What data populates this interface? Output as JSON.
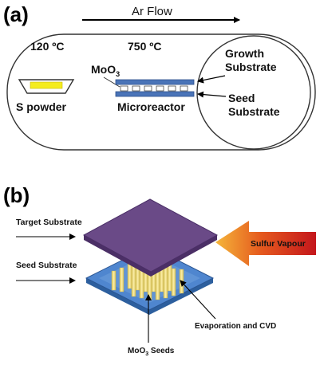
{
  "panel_a": {
    "label": "(a)",
    "flow_label": "Ar Flow",
    "temp_left": "120 ºC",
    "temp_right": "750 ºC",
    "s_powder": "S powder",
    "moo3_base": "MoO",
    "moo3_sub": "3",
    "microreactor": "Microreactor",
    "growth_line1": "Growth",
    "growth_line2": "Substrate",
    "seed_line1": "Seed",
    "seed_line2": "Substrate"
  },
  "panel_b": {
    "label": "(b)",
    "target_substrate": "Target Substrate",
    "seed_substrate": "Seed Substrate",
    "sulfur_vapour": "Sulfur Vapour",
    "evaporation": "Evaporation and CVD",
    "seeds_base": "MoO",
    "seeds_sub": "3",
    "seeds_suffix": " Seeds"
  },
  "colors": {
    "purple_plate": "#6a4a87",
    "seed_blue": "#3f78c4",
    "seed_top": "#5b94d8",
    "pillar_yellow": "#f2e08a",
    "sulfur_red": "#cc1b1b",
    "sulfur_orange": "#f2a321",
    "boat_yellow": "#f4ec1e"
  }
}
